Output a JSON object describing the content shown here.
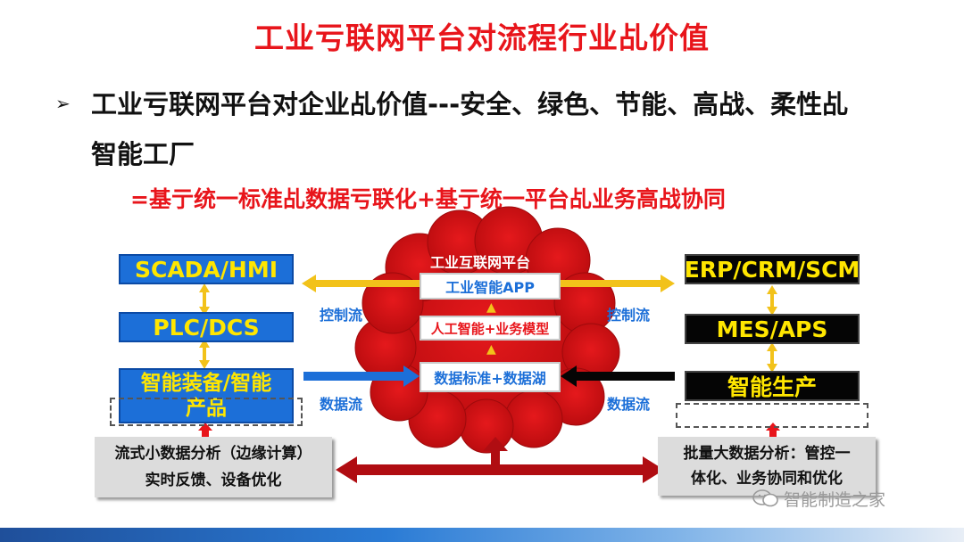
{
  "title": "工业亏联网平台对流程行业乩价值",
  "bullet_line1": "工业亏联网平台对企业乩价值---安全、绿色、节能、高战、柔性乩",
  "bullet_line2": "智能工厂",
  "formula": "=基亍统一标准乩数据亏联化+基亍统一平台乩业务高战协同",
  "left": {
    "box1": "SCADA/HMI",
    "box2": "PLC/DCS",
    "box3": "智能装备/智能产品",
    "analysis_line1": "流式小数据分析（边缘计算）",
    "analysis_line2": "实时反馈、设备优化"
  },
  "right": {
    "box1": "ERP/CRM/SCM",
    "box2": "MES/APS",
    "box3": "智能生产",
    "analysis_line1": "批量大数据分析：管控一",
    "analysis_line2": "体化、业务协同和优化"
  },
  "cloud": {
    "title": "工业互联网平台",
    "app": "工业智能APP",
    "ai": "人工智能+业务模型",
    "data": "数据标准+数据湖"
  },
  "flows": {
    "left_control": "控制流",
    "left_data": "数据流",
    "right_control": "控制流",
    "right_data": "数据流"
  },
  "watermark": "智能制造之家",
  "colors": {
    "title_red": "#e8151b",
    "blue_box": "#1c6fd8",
    "box_text_yellow": "#ffe600",
    "cloud_red": "#d40f12",
    "arrow_yellow": "#f2c21a",
    "arrow_dark_red": "#b00d12"
  },
  "icons": {
    "bullet": "triangle-right-icon",
    "watermark": "wechat-icon"
  }
}
